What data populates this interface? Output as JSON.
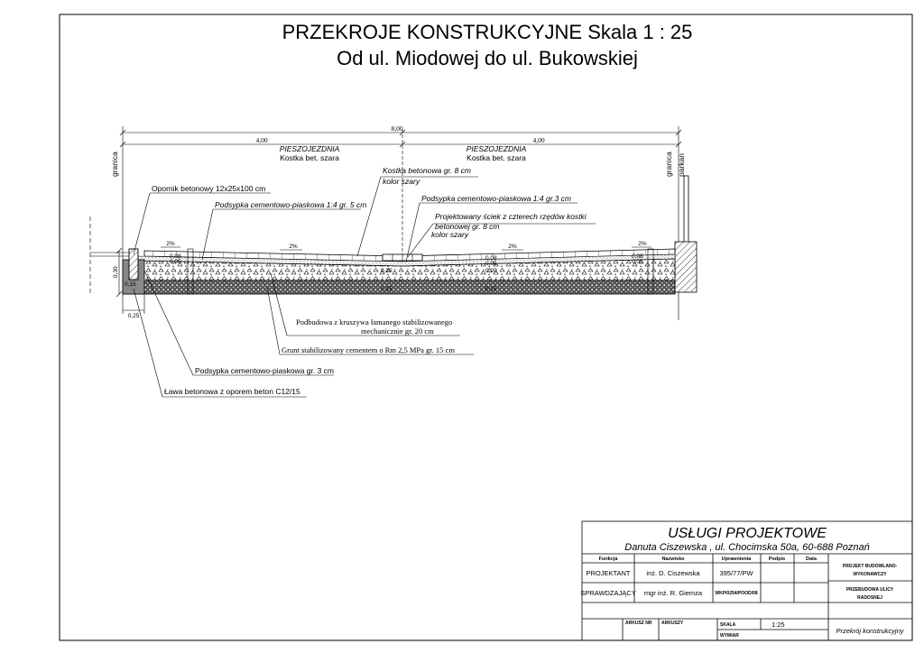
{
  "title": {
    "line1": "PRZEKROJE  KONSTRUKCYJNE  Skala 1 : 25",
    "line2": "Od ul. Miodowej do ul. Bukowskiej"
  },
  "section": {
    "total_width": "8,00",
    "left_width": "4,00",
    "right_width": "4,00",
    "boundary_left": "granica",
    "boundary_right": "granica",
    "fence": "parkan",
    "left_zone_title": "PIESZOJEZDNIA",
    "left_zone_sub": "Kostka bet. szara",
    "right_zone_title": "PIESZOJEZDNIA",
    "right_zone_sub": "Kostka bet. szara",
    "slopes": [
      "2%",
      "2%",
      "2%",
      "2%"
    ],
    "curb_height": "0,30",
    "curb_bottom": "0,15",
    "curb_width": "0,25",
    "mini_dims": [
      "0,08",
      "0,05",
      "0,20",
      "0,15",
      "0,20",
      "0,15",
      "0,08",
      "0,05",
      "0,08",
      "0,05"
    ]
  },
  "labels": {
    "curb": "Opornik betonowy 12x25x100 cm",
    "sand_5": "Podsypka cementowo-piaskowa 1:4 gr. 5 cm",
    "paver_l1": "Kostka betonowa gr. 8 cm",
    "paver_l2": "kolor szary",
    "sand_3_right": "Podsypka cementowo-piaskowa 1:4 gr.3 cm",
    "gutter_l1": "Projektowany ściek z czterech rzędów kostki",
    "gutter_l2": "betonowej gr. 8 cm",
    "gutter_l3": "kolor szary",
    "base_l1": "Podbudowa z kruszywa łamanego stabilizowanego",
    "base_l2": "mechanicznie gr. 20 cm",
    "soil": "Grunt stabilizowany cementem o Rm 2,5 MPa  gr. 15 cm",
    "sand_3": "Podsypka cementowo-piaskowa gr. 3 cm",
    "bench": "Ława betonowa z oporem beton C12/15"
  },
  "title_block": {
    "company": "USŁUGI PROJEKTOWE",
    "address": "Danuta Ciszewska , ul. Chocimska 50a, 60-688 Poznań",
    "col_function": "Funkcja",
    "col_name": "Nazwisko",
    "col_license": "Uprawnienia",
    "col_sign": "Podpis",
    "col_date": "Data",
    "row1_function": "PROJEKTANT",
    "row1_name": "inż. D. Ciszewska",
    "row1_license": "395/77/PW",
    "row2_function": "SPRAWDZAJĄCY",
    "row2_name": "mgr inż. R. Giemza",
    "row2_license": "WKP/0254/POOD/08",
    "project_l1": "PROJEKT BUDOWLANO-",
    "project_l2": "WYKONAWCZY",
    "object_l1": "PRZEBUDOWA ULICY",
    "object_l2": "RADOSNEJ",
    "sheet_no": "ARKUSZ NR",
    "sheets": "ARKUSZY",
    "scale_label": "SKALA",
    "scale_value": "1:25",
    "size_label": "WYMIAR",
    "drawing_name": "Przekrój konstrukcyjny"
  }
}
